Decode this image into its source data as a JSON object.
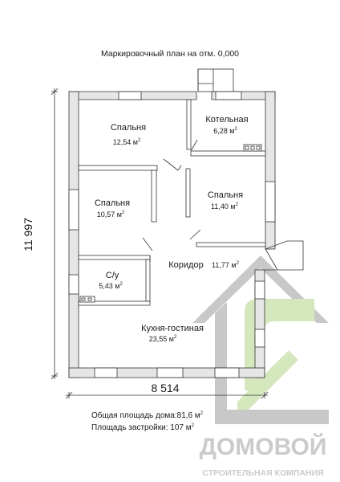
{
  "plan": {
    "title": "Маркировочный план на отм. 0,000",
    "dimension_width": "8 514",
    "dimension_height": "11 997",
    "rooms": [
      {
        "id": "bedroom-1",
        "name": "Спальня",
        "area": "12,54 м"
      },
      {
        "id": "boiler-room",
        "name": "Котельная",
        "area": "6,28 м"
      },
      {
        "id": "bedroom-2",
        "name": "Спальня",
        "area": "10,57 м"
      },
      {
        "id": "bedroom-3",
        "name": "Спальня",
        "area": "11,40 м"
      },
      {
        "id": "bathroom",
        "name": "С/у",
        "area": "5,43 м"
      },
      {
        "id": "corridor",
        "name": "Коридор",
        "area": "11,77 м"
      },
      {
        "id": "kitchen-living",
        "name": "Кухня-гостиная",
        "area": "23,55 м"
      }
    ],
    "area_unit_superscript": "2",
    "total_area": "Общая площадь дома:81,6 м",
    "building_area": "Площадь застройки: 107 м"
  },
  "brand": {
    "name": "ДОМОВОЙ",
    "tagline": "СТРОИТЕЛЬНАЯ КОМПАНИЯ",
    "color_gray": "#c9c9c9",
    "color_green": "#cfe3b4"
  }
}
